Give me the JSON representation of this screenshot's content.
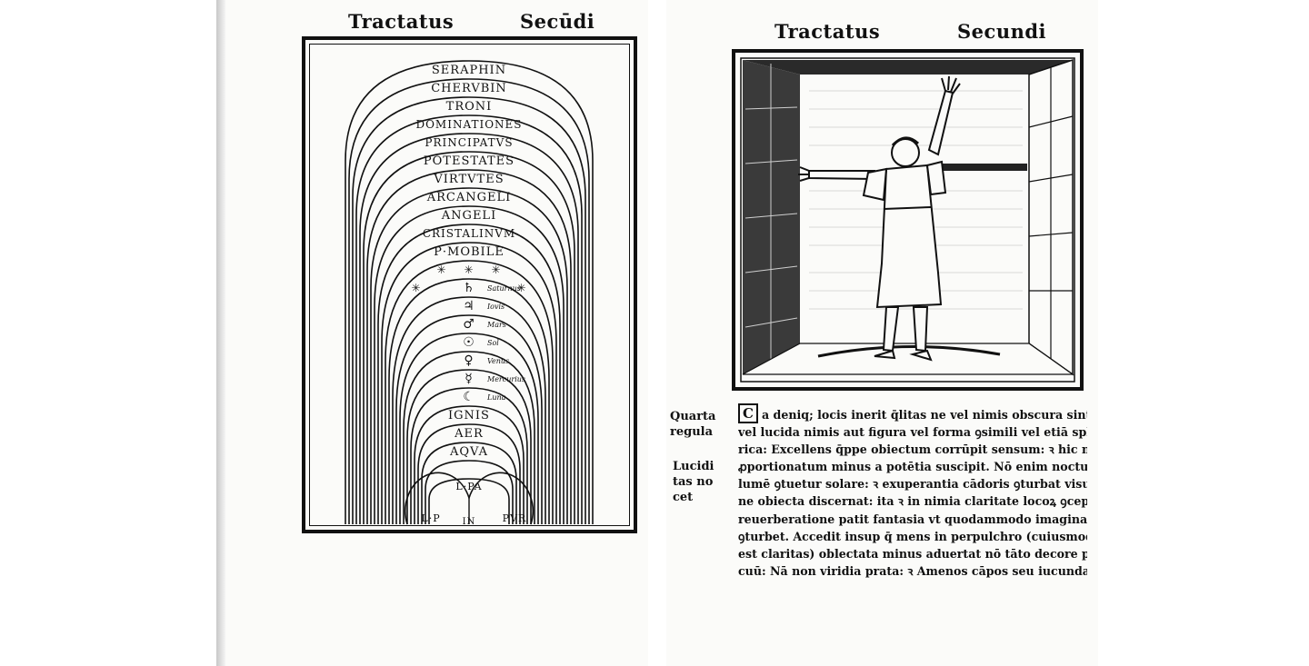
{
  "left_page": {
    "running_head": {
      "left": "Tractatus",
      "right": "Secūdi"
    },
    "diagram": {
      "spheres": [
        "SERAPHIN",
        "CHERVBIN",
        "TRONI",
        "DOMINATIONES",
        "PRINCIPATVS",
        "POTESTATES",
        "VIRTVTES",
        "ARCANGELI",
        "ANGELI",
        "CRISTALINVM",
        "P·MOBILE"
      ],
      "planets": [
        {
          "symbol": "♄",
          "name": "Saturnus"
        },
        {
          "symbol": "♃",
          "name": "Iovis"
        },
        {
          "symbol": "♂",
          "name": "Mars"
        },
        {
          "symbol": "☉",
          "name": "Sol"
        },
        {
          "symbol": "♀",
          "name": "Venus"
        },
        {
          "symbol": "☿",
          "name": "Mercurius"
        },
        {
          "symbol": "☾",
          "name": "Luna"
        }
      ],
      "elements": [
        "IGNIS",
        "AER",
        "AQVA"
      ],
      "center": "L·PA",
      "bottom": [
        "L·P",
        "IN",
        "PVR"
      ]
    }
  },
  "right_page": {
    "running_head": {
      "left": "Tractatus",
      "right": "Secundi"
    },
    "margin_notes": [
      [
        "Quarta",
        "regula"
      ],
      [
        "Lucidi",
        "tas no",
        "cet"
      ]
    ],
    "initial": "C",
    "body_lines": [
      "a deniq; locis inerit q̄litas ne vel nimis obscura sint",
      "vel lucida nimis aut figura vel forma ꝯsimili vel etiā sphe",
      "rica: Excellens q̄ppe obiectum corrūpit sensum: ꝛ hic non",
      "ꝓportionatum minus a potētia suscipit. Nō enim noctua",
      "lumē ꝯtuetur solare: ꝛ exuperantia cādoris ꝯturbat visum",
      "ne obiecta discernat: ita ꝛ in nimia claritate locoꝝ ꝯcepta:",
      "reuerberatione patit fantasia vt quodammodo imaginatio",
      "ꝯturbet. Accedit insup q̄ mens in perpulchro (cuiusmodi",
      "est claritas) oblectata minus aduertat nō tāto decore perspi",
      "cuū: Nā non viridia prata: ꝛ Amenos cāpos seu iucunda"
    ]
  }
}
